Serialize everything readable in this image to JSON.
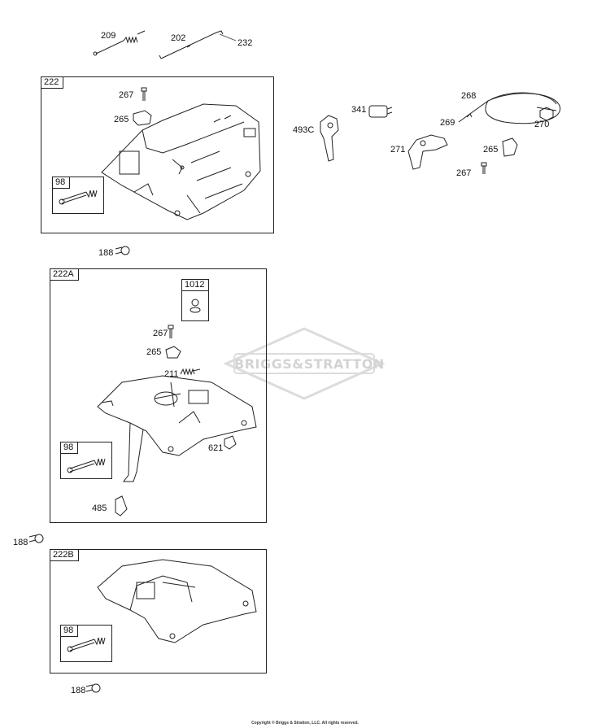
{
  "watermark": {
    "text": "BRIGGS&STRATTON"
  },
  "copyright": "Copyright © Briggs & Stratton, LLC. All rights reserved.",
  "loose_parts": {
    "p209": "209",
    "p202": "202",
    "p232": "232",
    "p188_a": "188",
    "p188_b": "188",
    "p188_c": "188",
    "p341": "341",
    "p493c": "493C",
    "p268": "268",
    "p269": "269",
    "p270": "270",
    "p271": "271",
    "p265_r": "265",
    "p267_r": "267"
  },
  "box_222": {
    "title": "222",
    "p267": "267",
    "p265": "265",
    "sub_98": "98"
  },
  "box_222a": {
    "title": "222A",
    "sub_1012": "1012",
    "p267": "267",
    "p265": "265",
    "p211": "211",
    "p621": "621",
    "p485": "485",
    "sub_98": "98"
  },
  "box_222b": {
    "title": "222B",
    "sub_98": "98"
  }
}
